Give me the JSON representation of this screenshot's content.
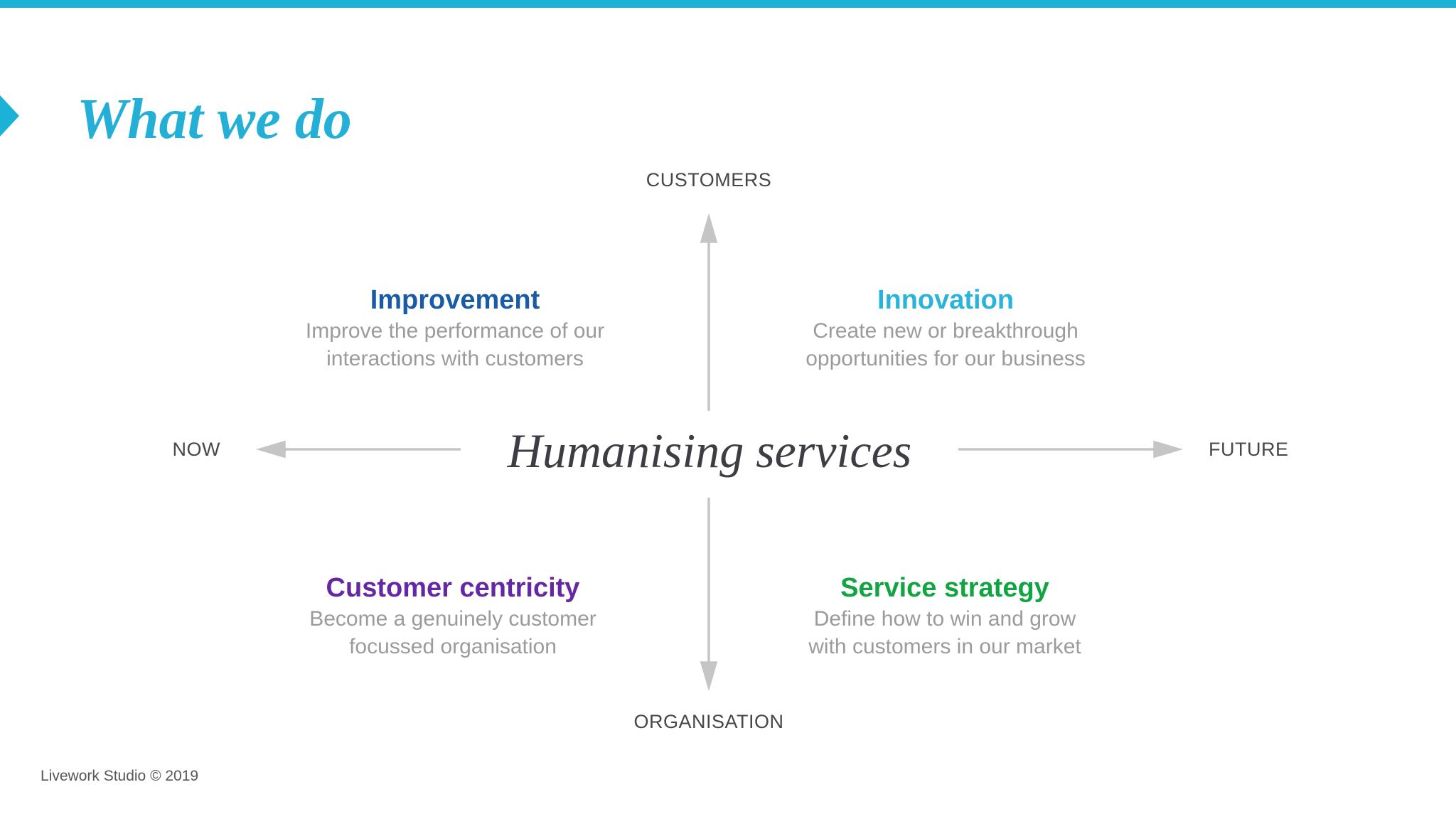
{
  "slide": {
    "title": "What we do",
    "footer": "Livework Studio © 2019"
  },
  "matrix": {
    "center_label": "Humanising services",
    "axes": {
      "top": "CUSTOMERS",
      "bottom": "ORGANISATION",
      "left": "NOW",
      "right": "FUTURE"
    },
    "quadrants": [
      {
        "heading": "Improvement",
        "color": "#1a5ba6",
        "line1": "Improve the performance of our",
        "line2": "interactions with customers"
      },
      {
        "heading": "Innovation",
        "color": "#2bb3d9",
        "line1": "Create new or breakthrough",
        "line2": "opportunities for our business"
      },
      {
        "heading": "Customer centricity",
        "color": "#6428a4",
        "line1": "Become a genuinely customer",
        "line2": "focussed organisation"
      },
      {
        "heading": "Service strategy",
        "color": "#12a442",
        "line1": "Define how to win and grow",
        "line2": "with customers in our market"
      }
    ]
  },
  "colors": {
    "accent_cyan": "#1cb1d6",
    "title_cyan": "#24b0d6",
    "arrow_gray": "#c5c5c5",
    "axis_label_gray": "#47474b",
    "subtitle_gray": "#9b9b9b",
    "center_text_gray": "#3d3d44",
    "footer_gray": "#56565a"
  }
}
